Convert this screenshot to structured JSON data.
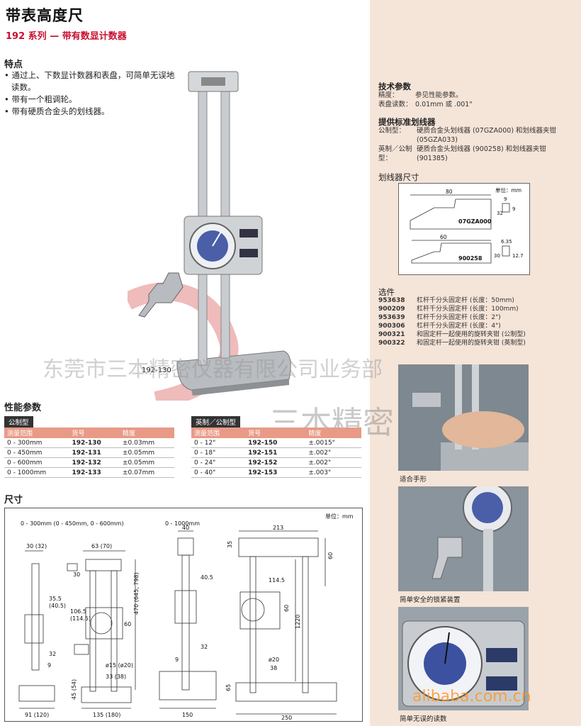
{
  "title": "带表高度尺",
  "subtitle": "192 系列 — 带有数显计数器",
  "features": {
    "heading": "特点",
    "items": [
      "• 通过上、下数显计数器和表盘，可简单无误地读数。",
      "• 带有一个粗调轮。",
      "• 带有硬质合金头的划线器。"
    ]
  },
  "main_photo_label": "192-130",
  "spec": {
    "heading": "性能参数",
    "metric": {
      "tab": "公制型",
      "headers": [
        "测量范围",
        "货号",
        "精度"
      ],
      "rows": [
        [
          "0 - 300mm",
          "192-130",
          "±0.03mm"
        ],
        [
          "0 - 450mm",
          "192-131",
          "±0.05mm"
        ],
        [
          "0 - 600mm",
          "192-132",
          "±0.05mm"
        ],
        [
          "0 - 1000mm",
          "192-133",
          "±0.07mm"
        ]
      ]
    },
    "inch": {
      "tab": "英制／公制型",
      "headers": [
        "测量范围",
        "货号",
        "精度"
      ],
      "rows": [
        [
          "0 - 12\"",
          "192-150",
          "±.0015\""
        ],
        [
          "0 - 18\"",
          "192-151",
          "±.002\""
        ],
        [
          "0 - 24\"",
          "192-152",
          "±.002\""
        ],
        [
          "0 - 40\"",
          "192-153",
          "±.003\""
        ]
      ]
    }
  },
  "dimensions": {
    "heading": "尺寸",
    "unit": "单位：mm",
    "left_label": "0 - 300mm (0 - 450mm, 0 - 600mm)",
    "right_label": "0 - 1000mm",
    "left_dims": {
      "d1": "30 (32)",
      "d2": "63 (70)",
      "d3": "30",
      "d4": "35.5",
      "d5": "(40.5)",
      "d6": "106.5",
      "d7": "(114.5)",
      "d8": "470 (645, 798)",
      "d9": "60",
      "d10": "32",
      "d11": "9",
      "d12": "ø15 (ø20)",
      "d13": "33 (38)",
      "d14": "45 (54)",
      "d15": "91 (120)",
      "d16": "135 (180)"
    },
    "right_dims": {
      "d1": "40",
      "d2": "35",
      "d3": "213",
      "d4": "60",
      "d5": "40.5",
      "d6": "114.5",
      "d7": "60",
      "d8": "1220",
      "d9": "32",
      "d10": "9",
      "d11": "ø20",
      "d12": "38",
      "d13": "65",
      "d14": "150",
      "d15": "250"
    }
  },
  "tech": {
    "heading": "技术参数",
    "rows": [
      [
        "精度：",
        "参见性能参数。"
      ],
      [
        "表盘读数：",
        "0.01mm 或 .001\""
      ]
    ]
  },
  "scriber_std": {
    "heading": "提供标准划线器",
    "rows": [
      [
        "公制型：",
        "硬质合金头划线器 (07GZA000) 和划线器夹钳 (05GZA033)"
      ],
      [
        "英制／公制型：",
        "硬质合金头划线器 (900258) 和划线器夹钳 (901385)"
      ]
    ]
  },
  "scriber_dim": {
    "heading": "划线器尺寸",
    "unit": "单位：mm",
    "a": {
      "code": "07GZA000",
      "len": "80",
      "h": "32",
      "w": "9",
      "t": "9"
    },
    "b": {
      "code": "900258",
      "len": "60",
      "h": "30",
      "w": "6.35",
      "t": "12.7"
    }
  },
  "options": {
    "heading": "选件",
    "rows": [
      [
        "953638",
        "杠杆千分头固定杆 (长度：50mm)"
      ],
      [
        "900209",
        "杠杆千分头固定杆 (长度：100mm)"
      ],
      [
        "953639",
        "杠杆千分头固定杆 (长度：2\")"
      ],
      [
        "900306",
        "杠杆千分头固定杆 (长度：4\")"
      ],
      [
        "900321",
        "和固定杆一起使用的旋转夹钳 (公制型)"
      ],
      [
        "900322",
        "和固定杆一起使用的旋转夹钳 (英制型)"
      ]
    ]
  },
  "captions": {
    "c1": "适合手形",
    "c2": "简单安全的锁紧装置",
    "c3": "简单无误的读数"
  },
  "watermarks": {
    "company": "东莞市三本精密仪器有限公司业务部",
    "brand": "三本精密",
    "site": "alibaba.com.cn"
  },
  "colors": {
    "accent": "#c8102e",
    "panel": "#f5e4d8",
    "table_header": "#e89a86"
  }
}
